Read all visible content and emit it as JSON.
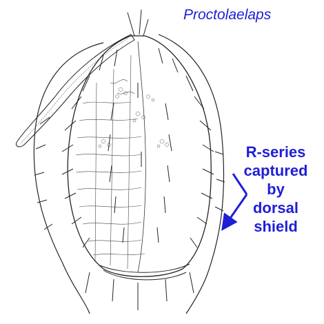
{
  "diagram": {
    "title": "Proctolaelaps",
    "annotation_lines": [
      "R-series",
      "captured",
      "by",
      "dorsal",
      "shield"
    ],
    "colors": {
      "text": "#1f1fd6",
      "arrow": "#1f1fd6",
      "ink": "#222222"
    }
  }
}
